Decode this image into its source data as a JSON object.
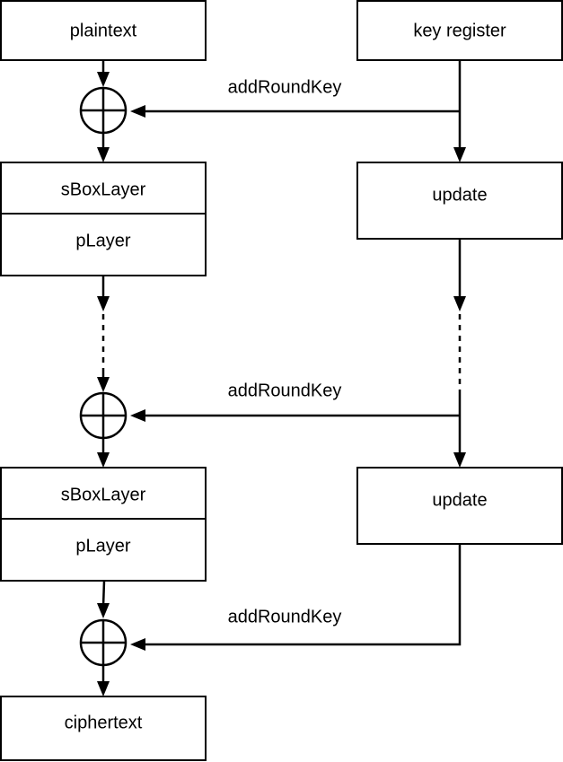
{
  "diagram": {
    "plaintext": "plaintext",
    "key_register": "key register",
    "sbox_layer": "sBoxLayer",
    "p_layer": "pLayer",
    "update": "update",
    "add_round_key": "addRoundKey",
    "ciphertext": "ciphertext"
  }
}
